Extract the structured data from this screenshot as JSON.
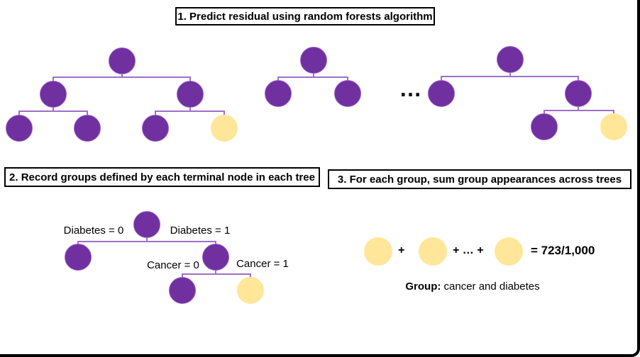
{
  "colors": {
    "node_purple": "#7030A0",
    "node_purple_rim": "#9b63c9",
    "node_yellow": "#FFE699",
    "connector_line": "#9e6fc9",
    "box_border": "#000000"
  },
  "steps": {
    "step1": {
      "label": "1. Predict residual using random forests algorithm"
    },
    "step2": {
      "label": "2. Record groups defined by each terminal node in each tree"
    },
    "step3": {
      "label": "3. For each group, sum group appearances across trees"
    }
  },
  "forest": {
    "ellipsis": "…"
  },
  "step2_tree": {
    "edge_labels": {
      "diabetes0": "Diabetes = 0",
      "diabetes1": "Diabetes = 1",
      "cancer0": "Cancer = 0",
      "cancer1": "Cancer = 1"
    }
  },
  "step3_sum": {
    "plus1": "+",
    "middle": "+ … +",
    "result": "= 723/1,000",
    "caption_prefix": "Group:",
    "caption_text": " cancer and diabetes"
  }
}
